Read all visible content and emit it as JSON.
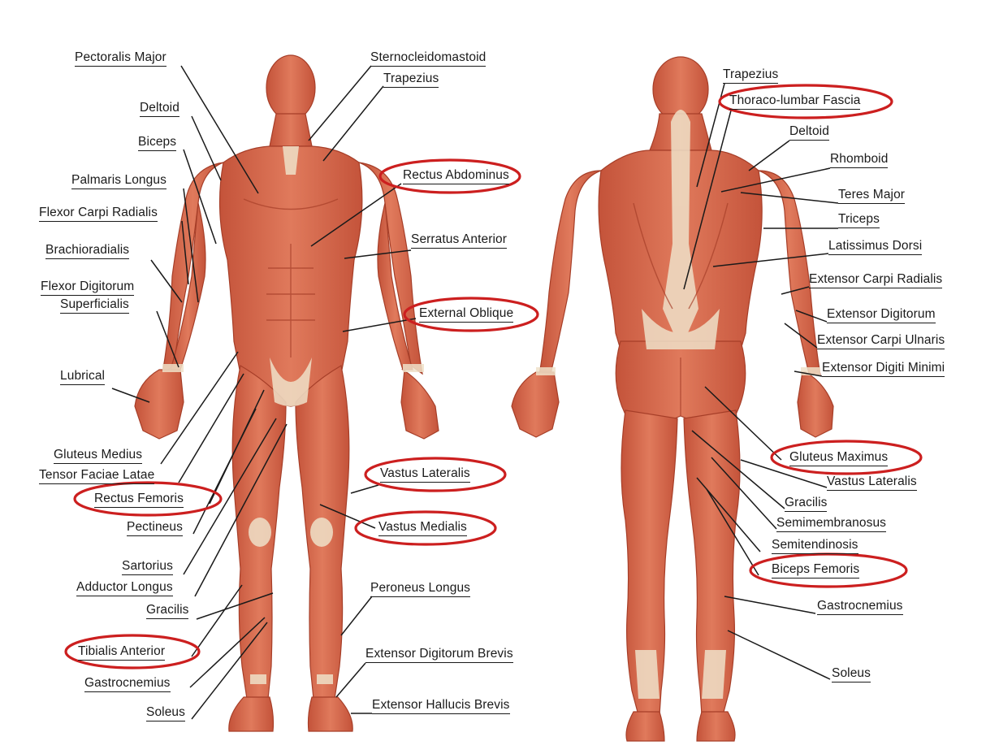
{
  "colors": {
    "muscle": "#d9694c",
    "muscle_dark": "#b8472f",
    "tendon": "#efe0c8",
    "highlight_ring": "#cc1f1f",
    "leader_line": "#1a1a1a"
  },
  "front": {
    "labels": [
      {
        "id": "pectoralis-major",
        "text": "Pectoralis Major",
        "highlighted": false
      },
      {
        "id": "deltoid",
        "text": "Deltoid",
        "highlighted": false
      },
      {
        "id": "biceps",
        "text": "Biceps",
        "highlighted": false
      },
      {
        "id": "palmaris-longus",
        "text": "Palmaris Longus",
        "highlighted": false
      },
      {
        "id": "flexor-carpi-radialis",
        "text": "Flexor Carpi Radialis",
        "highlighted": false
      },
      {
        "id": "brachioradialis",
        "text": "Brachioradialis",
        "highlighted": false
      },
      {
        "id": "flexor-digitorum-1",
        "text": "Flexor Digitorum",
        "highlighted": false
      },
      {
        "id": "flexor-digitorum-2",
        "text": "Superficialis",
        "highlighted": false
      },
      {
        "id": "lubrical",
        "text": "Lubrical",
        "highlighted": false
      },
      {
        "id": "gluteus-medius",
        "text": "Gluteus Medius",
        "highlighted": false
      },
      {
        "id": "tensor-faciae-latae",
        "text": "Tensor Faciae Latae",
        "highlighted": false
      },
      {
        "id": "rectus-femoris",
        "text": "Rectus Femoris",
        "highlighted": true
      },
      {
        "id": "pectineus",
        "text": "Pectineus",
        "highlighted": false
      },
      {
        "id": "sartorius",
        "text": "Sartorius",
        "highlighted": false
      },
      {
        "id": "adductor-longus",
        "text": "Adductor Longus",
        "highlighted": false
      },
      {
        "id": "gracilis-front",
        "text": "Gracilis",
        "highlighted": false
      },
      {
        "id": "tibialis-anterior",
        "text": "Tibialis Anterior",
        "highlighted": true
      },
      {
        "id": "gastrocnemius-front",
        "text": "Gastrocnemius",
        "highlighted": false
      },
      {
        "id": "soleus-front",
        "text": "Soleus",
        "highlighted": false
      },
      {
        "id": "sternocleidomastoid",
        "text": "Sternocleidomastoid",
        "highlighted": false
      },
      {
        "id": "trapezius-front",
        "text": "Trapezius",
        "highlighted": false
      },
      {
        "id": "rectus-abdominus",
        "text": "Rectus Abdominus",
        "highlighted": true
      },
      {
        "id": "serratus-anterior",
        "text": "Serratus Anterior",
        "highlighted": false
      },
      {
        "id": "external-oblique",
        "text": "External Oblique",
        "highlighted": true
      },
      {
        "id": "vastus-lateralis-front",
        "text": "Vastus Lateralis",
        "highlighted": true
      },
      {
        "id": "vastus-medialis",
        "text": "Vastus Medialis",
        "highlighted": true
      },
      {
        "id": "peroneus-longus",
        "text": "Peroneus Longus",
        "highlighted": false
      },
      {
        "id": "extensor-digitorum-brevis",
        "text": "Extensor Digitorum Brevis",
        "highlighted": false
      },
      {
        "id": "extensor-hallucis-brevis",
        "text": "Extensor Hallucis Brevis",
        "highlighted": false
      }
    ]
  },
  "back": {
    "labels": [
      {
        "id": "trapezius-back",
        "text": "Trapezius",
        "highlighted": false
      },
      {
        "id": "thoraco-lumbar-fascia",
        "text": "Thoraco-lumbar Fascia",
        "highlighted": true
      },
      {
        "id": "deltoid-back",
        "text": "Deltoid",
        "highlighted": false
      },
      {
        "id": "rhomboid",
        "text": "Rhomboid",
        "highlighted": false
      },
      {
        "id": "teres-major",
        "text": "Teres Major",
        "highlighted": false
      },
      {
        "id": "triceps",
        "text": "Triceps",
        "highlighted": false
      },
      {
        "id": "latissimus-dorsi",
        "text": "Latissimus Dorsi",
        "highlighted": false
      },
      {
        "id": "extensor-carpi-radialis",
        "text": "Extensor Carpi Radialis",
        "highlighted": false
      },
      {
        "id": "extensor-digitorum",
        "text": "Extensor Digitorum",
        "highlighted": false
      },
      {
        "id": "extensor-carpi-ulnaris",
        "text": "Extensor Carpi Ulnaris",
        "highlighted": false
      },
      {
        "id": "extensor-digiti-minimi",
        "text": "Extensor Digiti Minimi",
        "highlighted": false
      },
      {
        "id": "gluteus-maximus",
        "text": "Gluteus Maximus",
        "highlighted": true
      },
      {
        "id": "vastus-lateralis-back",
        "text": "Vastus Lateralis",
        "highlighted": false
      },
      {
        "id": "gracilis-back",
        "text": "Gracilis",
        "highlighted": false
      },
      {
        "id": "semimembranosus",
        "text": "Semimembranosus",
        "highlighted": false
      },
      {
        "id": "semitendinosis",
        "text": "Semitendinosis",
        "highlighted": false
      },
      {
        "id": "biceps-femoris",
        "text": "Biceps Femoris",
        "highlighted": true
      },
      {
        "id": "gastrocnemius-back",
        "text": "Gastrocnemius",
        "highlighted": false
      },
      {
        "id": "soleus-back",
        "text": "Soleus",
        "highlighted": false
      }
    ]
  }
}
